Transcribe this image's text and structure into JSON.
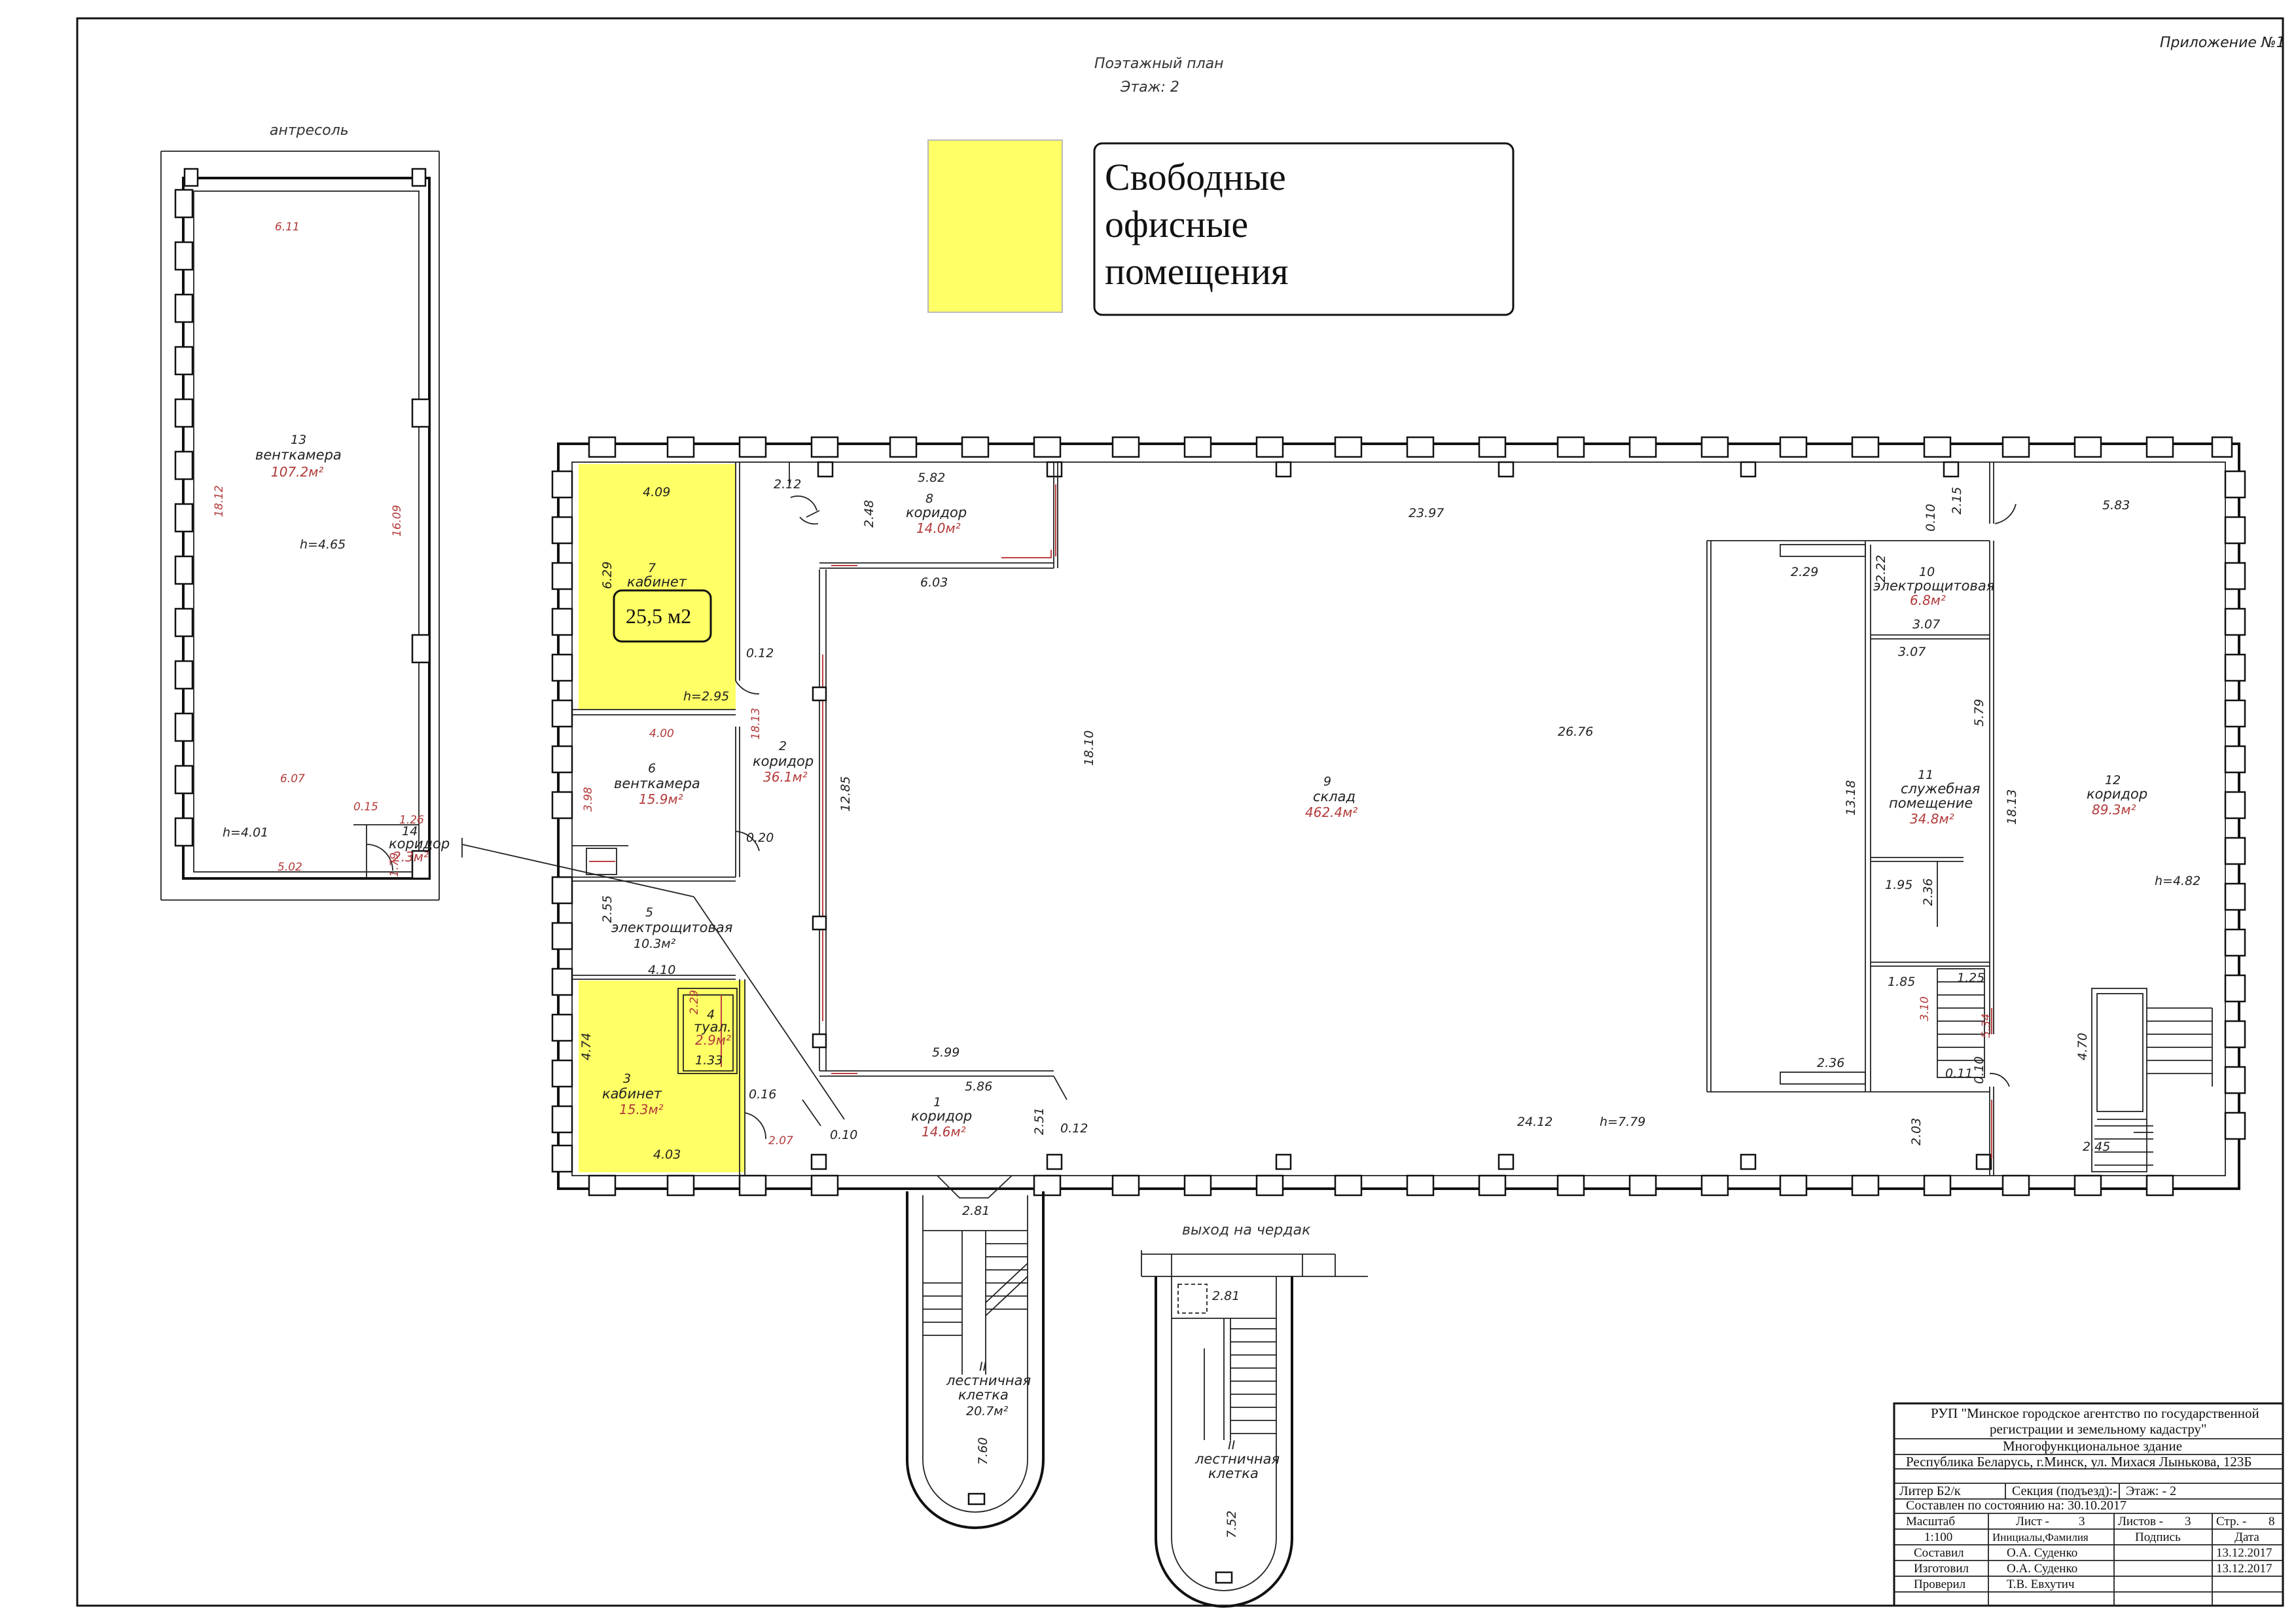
{
  "header": {
    "appendix": "Приложение №1",
    "plan_title": "Поэтажный план",
    "floor": "Этаж: 2",
    "mezzanine": "антресоль",
    "attic_exit": "выход на чердак"
  },
  "legend": {
    "color": "#ffff66",
    "line1": "Свободные",
    "line2": "офисные",
    "line3": "помещения"
  },
  "callout": {
    "text": "25,5 м2"
  },
  "colors": {
    "highlight": "#ffff66",
    "dimension": "#b23a3a",
    "wall": "#111111"
  },
  "rooms": {
    "r13": {
      "num": "13",
      "name": "венткамера",
      "area": "107.2м²",
      "h": "h=4.65"
    },
    "r14": {
      "num": "14",
      "name": "коридор",
      "area": "2.3м²"
    },
    "r7": {
      "num": "7",
      "name": "кабинет",
      "h": "h=2.95"
    },
    "r6": {
      "num": "6",
      "name": "венткамера",
      "area": "15.9м²"
    },
    "r5": {
      "num": "5",
      "name": "электрощитовая",
      "area": "10.3м²"
    },
    "r4": {
      "num": "4",
      "name": "туал.",
      "area": "2.9м²"
    },
    "r3": {
      "num": "3",
      "name": "кабинет",
      "area": "15.3м²"
    },
    "r2": {
      "num": "2",
      "name": "коридор",
      "area": "36.1м²"
    },
    "r8": {
      "num": "8",
      "name": "коридор",
      "area": "14.0м²"
    },
    "r1": {
      "num": "1",
      "name": "коридор",
      "area": "14.6м²"
    },
    "r9": {
      "num": "9",
      "name": "склад",
      "area": "462.4м²"
    },
    "r10": {
      "num": "10",
      "name": "электрощитовая",
      "area": "6.8м²"
    },
    "r11": {
      "num": "11",
      "name": "служебная",
      "name2": "помещение",
      "area": "34.8м²"
    },
    "r12": {
      "num": "12",
      "name": "коридор",
      "area": "89.3м²",
      "h": "h=4.82"
    },
    "stair1": {
      "num": "II",
      "name": "лестничная",
      "name2": "клетка",
      "area": "20.7м²"
    },
    "stair2": {
      "num": "II",
      "name": "лестничная",
      "name2": "клетка"
    }
  },
  "dims": {
    "d611": "6.11",
    "d1812": "18.12",
    "d1609": "16.09",
    "h401": "h=4.01",
    "d607": "6.07",
    "d502": "5.02",
    "d015a": "0.15",
    "d126": "1.26",
    "d179": "1.79",
    "d409": "4.09",
    "d629": "6.29",
    "d012a": "0.12",
    "d400": "4.00",
    "d398": "3.98",
    "d1813a": "18.13",
    "d020": "0.20",
    "d255": "2.55",
    "d410": "4.10",
    "d229": "2.29",
    "d133": "1.33",
    "d474": "4.74",
    "d016": "0.16",
    "d403": "4.03",
    "d207": "2.07",
    "d010a": "0.10",
    "d212": "2.12",
    "d582": "5.82",
    "d248": "2.48",
    "d603": "6.03",
    "d1285": "12.85",
    "d1810": "18.10",
    "d2397": "23.97",
    "d2676": "26.76",
    "d599": "5.99",
    "d586": "5.86",
    "d251": "2.51",
    "d012b": "0.12",
    "d2412": "24.12",
    "h779": "h=7.79",
    "d215": "2.15",
    "d010b": "0.10",
    "d583": "5.83",
    "d229b": "2.29",
    "d222": "2.22",
    "d307a": "3.07",
    "d307b": "3.07",
    "d579": "5.79",
    "d1318": "13.18",
    "d1813b": "18.13",
    "d195": "1.95",
    "d236a": "2.36",
    "d185": "1.85",
    "d125": "1.25",
    "d310": "3.10",
    "d534": "5.34",
    "d236b": "2.36",
    "d011": "0.11",
    "d010c": "0.10",
    "d203": "2.03",
    "d470": "4.70",
    "d245": "2.45",
    "d281a": "2.81",
    "d760": "7.60",
    "d281b": "2.81",
    "d752": "7.52"
  },
  "stamp": {
    "org1": "РУП \"Минское городское агентство по государственной",
    "org2": "регистрации и земельному кадастру\"",
    "building": "Многофункциональное здание",
    "address": "Республика Беларусь, г.Минск, ул. Михася Лынькова, 123Б",
    "liter": "Литер Б2/к",
    "section": "Секция (подъезд):-",
    "floor": "Этаж: - 2",
    "state": "Составлен по состоянию на: 30.10.2017",
    "scale_lbl": "Масштаб",
    "sheet": "Лист -",
    "sheet_no": "3",
    "sheets": "Листов -",
    "sheets_no": "3",
    "pages": "Стр. -",
    "pages_no": "8",
    "scale": "1:100",
    "initials": "Инициалы,Фамилия",
    "sign": "Подпись",
    "date": "Дата",
    "compiled": "Составил",
    "compiled_by": "О.А. Суденко",
    "compiled_date": "13.12.2017",
    "made": "Изготовил",
    "made_by": "О.А. Суденко",
    "made_date": "13.12.2017",
    "checked": "Проверил",
    "checked_by": "Т.В. Евхутич"
  }
}
